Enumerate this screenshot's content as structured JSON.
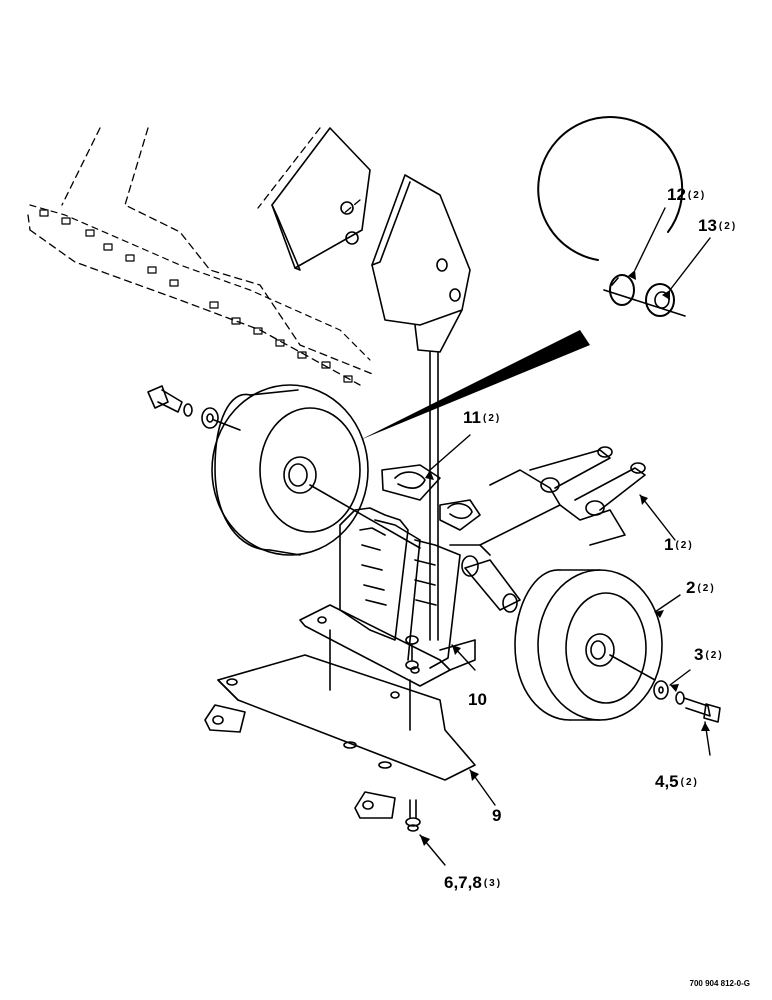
{
  "callouts": {
    "c1": {
      "num": "1",
      "qty": "(2)"
    },
    "c2": {
      "num": "2",
      "qty": "(2)"
    },
    "c3": {
      "num": "3",
      "qty": "(2)"
    },
    "c45": {
      "num": "4,5",
      "qty": "(2)"
    },
    "c678": {
      "num": "6,7,8",
      "qty": "(3)"
    },
    "c9": {
      "num": "9",
      "qty": ""
    },
    "c10": {
      "num": "10",
      "qty": ""
    },
    "c11": {
      "num": "11",
      "qty": "(2)"
    },
    "c12": {
      "num": "12",
      "qty": "(2)"
    },
    "c13": {
      "num": "13",
      "qty": "(2)"
    }
  },
  "figure_id": "700 904 812-0-G",
  "colors": {
    "line": "#000000",
    "background": "#ffffff"
  }
}
